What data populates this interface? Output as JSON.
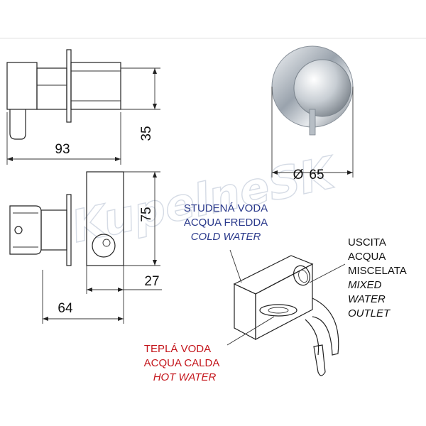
{
  "watermark": "KupelneSK",
  "dimensions": {
    "width_top": "93",
    "height_top": "35",
    "diameter": "65",
    "height_bottom": "75",
    "depth_bottom": "27",
    "width_bottom": "64"
  },
  "labels": {
    "cold": [
      "STUDENÁ VODA",
      "ACQUA FREDDA",
      "COLD WATER"
    ],
    "hot": [
      "TEPLÁ VODA",
      "ACQUA CALDA",
      "HOT WATER"
    ],
    "outlet": [
      "USCITA",
      "ACQUA",
      "MISCELATA",
      "MIXED",
      "WATER",
      "OUTLET"
    ]
  },
  "colors": {
    "cold_label": "#2b3a8c",
    "hot_label": "#c4161c",
    "outlet_label": "#111111",
    "line": "#222222"
  }
}
